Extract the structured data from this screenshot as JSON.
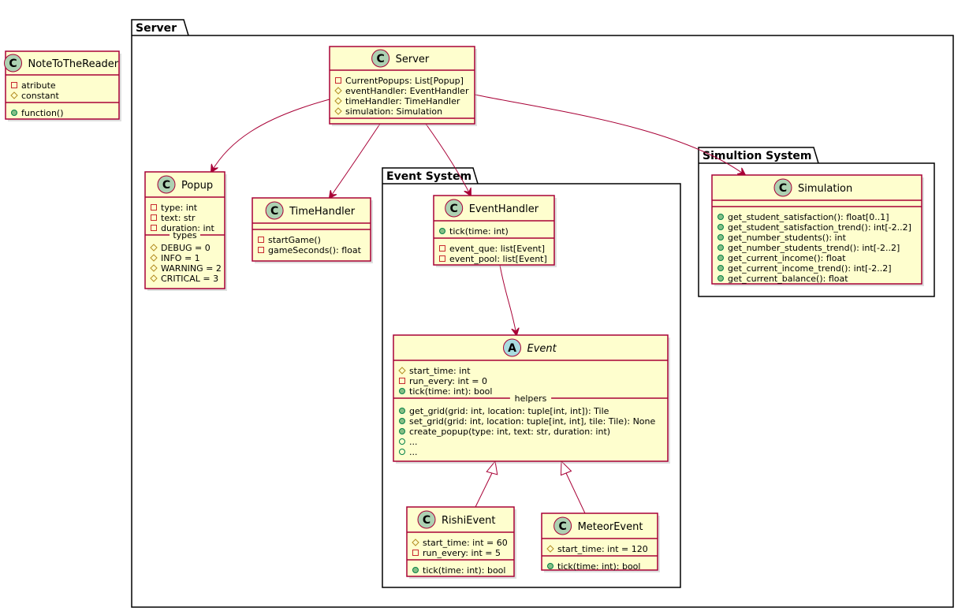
{
  "packages": [
    {
      "key": "server",
      "title": "Server"
    },
    {
      "key": "event",
      "title": "Event System"
    },
    {
      "key": "sim",
      "title": "Simultion System"
    }
  ],
  "classes": [
    {
      "key": "note",
      "name": "NoteToTheReader",
      "type": "C",
      "badge_color": "#ADD1B2",
      "sections": [
        {
          "members": [
            {
              "vis": "private",
              "text": "atribute"
            },
            {
              "vis": "protected",
              "text": "constant"
            }
          ]
        },
        {
          "members": [
            {
              "vis": "public",
              "text": "function()"
            }
          ]
        }
      ]
    },
    {
      "key": "server",
      "name": "Server",
      "type": "C",
      "badge_color": "#ADD1B2",
      "sections": [
        {
          "members": [
            {
              "vis": "private",
              "text": "CurrentPopups: List[Popup]"
            },
            {
              "vis": "protected",
              "text": "eventHandler: EventHandler"
            },
            {
              "vis": "protected",
              "text": "timeHandler: TimeHandler"
            },
            {
              "vis": "protected",
              "text": "simulation: Simulation"
            }
          ]
        },
        {
          "members": []
        }
      ]
    },
    {
      "key": "popup",
      "name": "Popup",
      "type": "C",
      "badge_color": "#ADD1B2",
      "sections": [
        {
          "members": [
            {
              "vis": "private",
              "text": "type: int"
            },
            {
              "vis": "private",
              "text": "text: str"
            },
            {
              "vis": "private",
              "text": "duration: int"
            }
          ]
        },
        {
          "label": "types",
          "members": [
            {
              "vis": "protected",
              "text": "DEBUG = 0"
            },
            {
              "vis": "protected",
              "text": "INFO = 1"
            },
            {
              "vis": "protected",
              "text": "WARNING = 2"
            },
            {
              "vis": "protected",
              "text": "CRITICAL = 3"
            }
          ]
        }
      ]
    },
    {
      "key": "time",
      "name": "TimeHandler",
      "type": "C",
      "badge_color": "#ADD1B2",
      "sections": [
        {
          "members": []
        },
        {
          "members": [
            {
              "vis": "private",
              "text": "startGame()"
            },
            {
              "vis": "private",
              "text": "gameSeconds(): float"
            }
          ]
        }
      ]
    },
    {
      "key": "eh",
      "name": "EventHandler",
      "type": "C",
      "badge_color": "#ADD1B2",
      "sections": [
        {
          "members": [
            {
              "vis": "public",
              "text": "tick(time: int)"
            }
          ]
        },
        {
          "members": [
            {
              "vis": "private",
              "text": "event_que: list[Event]"
            },
            {
              "vis": "private",
              "text": "event_pool: list[Event]"
            }
          ]
        }
      ]
    },
    {
      "key": "sim",
      "name": "Simulation",
      "type": "C",
      "badge_color": "#ADD1B2",
      "sections": [
        {
          "members": []
        },
        {
          "members": [
            {
              "vis": "public",
              "text": "get_student_satisfaction(): float[0..1]"
            },
            {
              "vis": "public",
              "text": "get_student_satisfaction_trend(): int[-2..2]"
            },
            {
              "vis": "public",
              "text": "get_number_students(): int"
            },
            {
              "vis": "public",
              "text": "get_number_students_trend(): int[-2..2]"
            },
            {
              "vis": "public",
              "text": "get_current_income(): float"
            },
            {
              "vis": "public",
              "text": "get_current_income_trend(): int[-2..2]"
            },
            {
              "vis": "public",
              "text": "get_current_balance(): float"
            }
          ]
        }
      ]
    },
    {
      "key": "event",
      "name": "Event",
      "type": "A",
      "badge_color": "#A9DCDF",
      "abstract": true,
      "sections": [
        {
          "members": [
            {
              "vis": "protected",
              "text": "start_time: int"
            },
            {
              "vis": "private",
              "text": "run_every: int = 0"
            },
            {
              "vis": "public",
              "text": "tick(time: int): bool"
            }
          ]
        },
        {
          "label": "helpers",
          "members": [
            {
              "vis": "public",
              "text": "get_grid(grid: int, location: tuple[int, int]): Tile"
            },
            {
              "vis": "public",
              "text": "set_grid(grid: int, location: tuple[int, int], tile: Tile): None"
            },
            {
              "vis": "public",
              "text": "create_popup(type: int, text: str, duration: int)"
            },
            {
              "vis": "public-hollow",
              "text": "..."
            },
            {
              "vis": "public-hollow",
              "text": "..."
            }
          ]
        }
      ]
    },
    {
      "key": "rishi",
      "name": "RishiEvent",
      "type": "C",
      "badge_color": "#ADD1B2",
      "sections": [
        {
          "members": [
            {
              "vis": "protected",
              "text": "start_time: int = 60"
            },
            {
              "vis": "private",
              "text": "run_every: int = 5"
            }
          ]
        },
        {
          "members": [
            {
              "vis": "public",
              "text": "tick(time: int): bool"
            }
          ]
        }
      ]
    },
    {
      "key": "meteor",
      "name": "MeteorEvent",
      "type": "C",
      "badge_color": "#ADD1B2",
      "sections": [
        {
          "members": [
            {
              "vis": "protected",
              "text": "start_time: int = 120"
            }
          ]
        },
        {
          "members": [
            {
              "vis": "public",
              "text": "tick(time: int): bool"
            }
          ]
        }
      ]
    }
  ],
  "relations": [
    {
      "from": "server",
      "to": "popup",
      "kind": "association"
    },
    {
      "from": "server",
      "to": "time",
      "kind": "association"
    },
    {
      "from": "server",
      "to": "eh",
      "kind": "association"
    },
    {
      "from": "server",
      "to": "sim",
      "kind": "association"
    },
    {
      "from": "eh",
      "to": "event",
      "kind": "association"
    },
    {
      "from": "rishi",
      "to": "event",
      "kind": "inheritance"
    },
    {
      "from": "meteor",
      "to": "event",
      "kind": "inheritance"
    }
  ]
}
